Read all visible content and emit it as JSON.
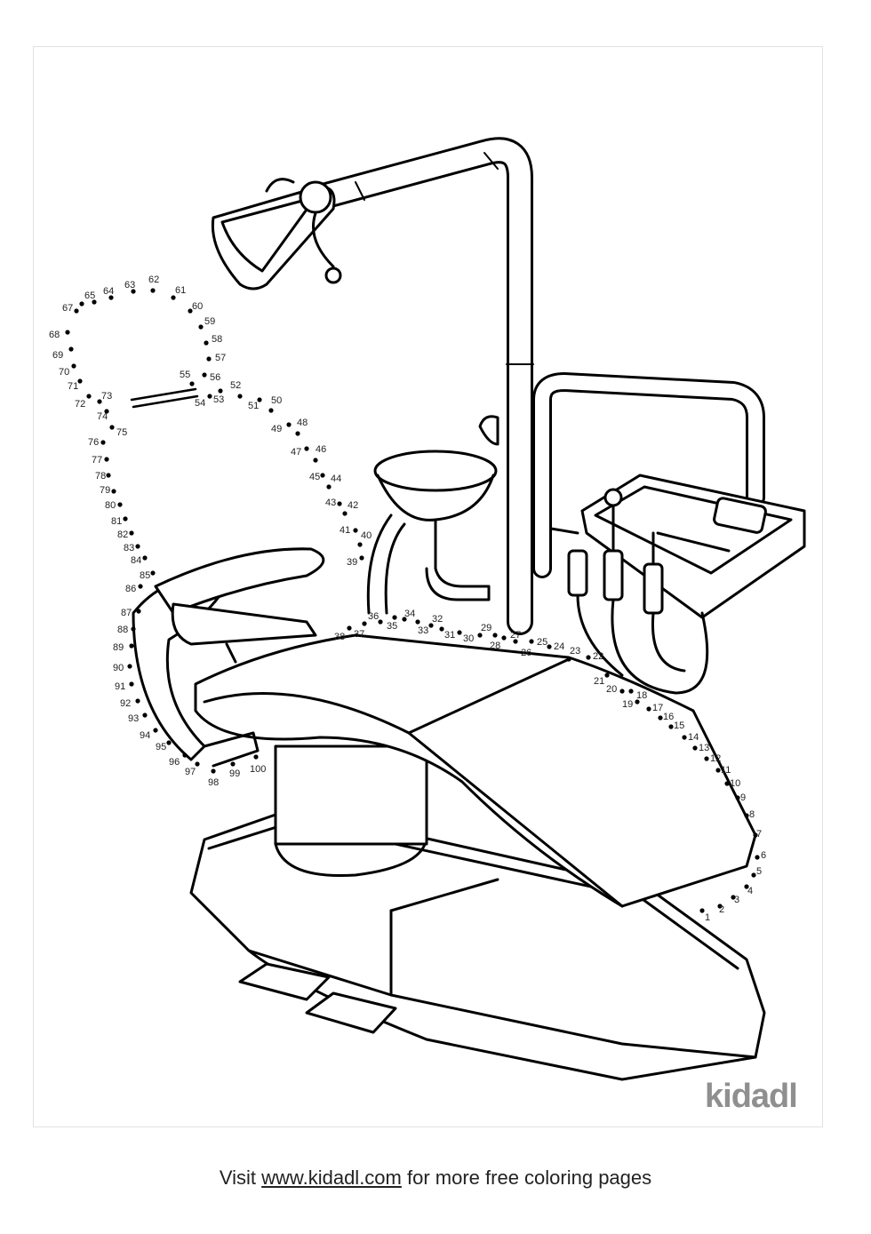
{
  "dot_labels": [
    "1",
    "2",
    "3",
    "4",
    "5",
    "6",
    "7",
    "8",
    "9",
    "10",
    "11",
    "12",
    "13",
    "14",
    "15",
    "16",
    "17",
    "18",
    "19",
    "20",
    "21",
    "22",
    "23",
    "24",
    "25",
    "26",
    "27",
    "28",
    "29",
    "30",
    "31",
    "32",
    "33",
    "34",
    "35",
    "36",
    "37",
    "38",
    "39",
    "40",
    "41",
    "42",
    "43",
    "44",
    "45",
    "46",
    "47",
    "48",
    "49",
    "50",
    "51",
    "52",
    "53",
    "54",
    "55",
    "56",
    "57",
    "58",
    "59",
    "60",
    "61",
    "62",
    "63",
    "64",
    "65",
    "67",
    "68",
    "69",
    "70",
    "71",
    "72",
    "73",
    "74",
    "75",
    "76",
    "77",
    "78",
    "79",
    "80",
    "81",
    "82",
    "83",
    "84",
    "85",
    "86",
    "87",
    "88",
    "89",
    "90",
    "91",
    "92",
    "93",
    "94",
    "95",
    "96",
    "97",
    "98",
    "99",
    "100"
  ],
  "logo": "kidadl",
  "footer": {
    "prefix": "Visit",
    "link": "www.kidadl.com",
    "suffix": "for more free coloring pages"
  }
}
